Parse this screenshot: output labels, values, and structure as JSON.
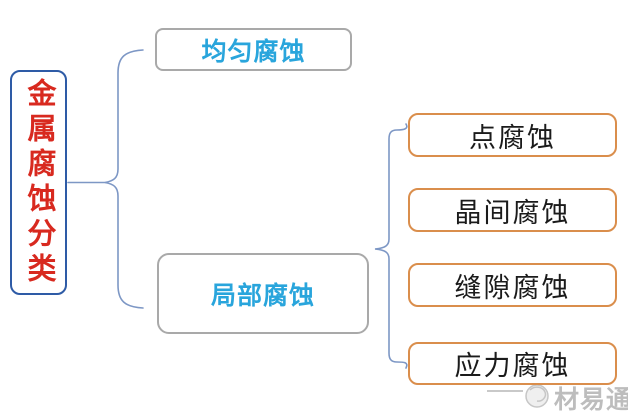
{
  "diagram": {
    "root": {
      "label": "金属腐蚀分类"
    },
    "level1": [
      {
        "label": "均匀腐蚀"
      },
      {
        "label": "局部腐蚀"
      }
    ],
    "level2": [
      {
        "label": "点腐蚀"
      },
      {
        "label": "晶间腐蚀"
      },
      {
        "label": "缝隙腐蚀"
      },
      {
        "label": "应力腐蚀"
      }
    ]
  },
  "watermark": {
    "text": "材易通"
  },
  "colors": {
    "root_border": "#2e5ba6",
    "root_text": "#d8291f",
    "level1_border": "#a9a9a9",
    "level1_text": "#29a5dc",
    "level2_border": "#da8e4c",
    "level2_text": "#1b1b1b",
    "brace": "#7d97c5",
    "watermark": "#bdbdbd",
    "background": "#ffffff"
  }
}
